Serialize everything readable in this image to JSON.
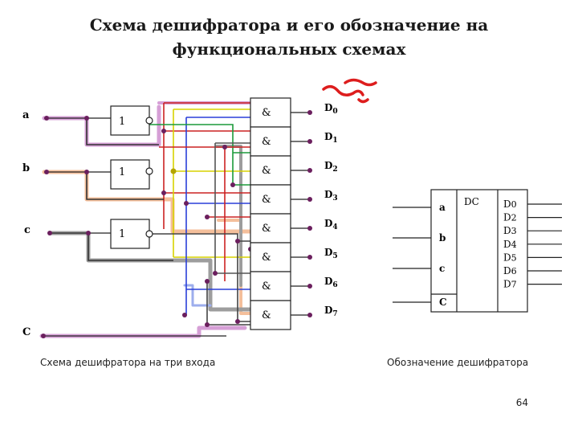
{
  "title": {
    "line1": "Схема дешифратора и его обозначение на",
    "line2": "функциональных схемах"
  },
  "schematic": {
    "inputs": [
      "a",
      "b",
      "c",
      "C"
    ],
    "not_gate_label": "1",
    "and_gate_label": "&",
    "outputs": [
      {
        "letter": "D",
        "index": "0"
      },
      {
        "letter": "D",
        "index": "1"
      },
      {
        "letter": "D",
        "index": "2"
      },
      {
        "letter": "D",
        "index": "3"
      },
      {
        "letter": "D",
        "index": "4"
      },
      {
        "letter": "D",
        "index": "5"
      },
      {
        "letter": "D",
        "index": "6"
      },
      {
        "letter": "D",
        "index": "7"
      }
    ],
    "caption": "Схема дешифратора на три входа"
  },
  "symbol": {
    "type_label": "DC",
    "inputs": [
      "a",
      "b",
      "c",
      "C"
    ],
    "outputs": [
      {
        "letter": "D",
        "index": "0"
      },
      {
        "letter": "D",
        "index": "2"
      },
      {
        "letter": "D",
        "index": "3"
      },
      {
        "letter": "D",
        "index": "4"
      },
      {
        "letter": "D",
        "index": "5"
      },
      {
        "letter": "D",
        "index": "6"
      },
      {
        "letter": "D",
        "index": "7"
      }
    ],
    "caption": "Обозначение дешифратора"
  },
  "page_number": "64",
  "colors": {
    "pink": "#cf8fd0",
    "peach": "#f3b58a",
    "gray": "#8c8c8c",
    "red": "#cc2222",
    "yellow": "#d7d200",
    "blue": "#2a3fd8",
    "green": "#1c9a3a",
    "purple_node": "#6b1f5e",
    "scribble": "#dd1d1d"
  }
}
